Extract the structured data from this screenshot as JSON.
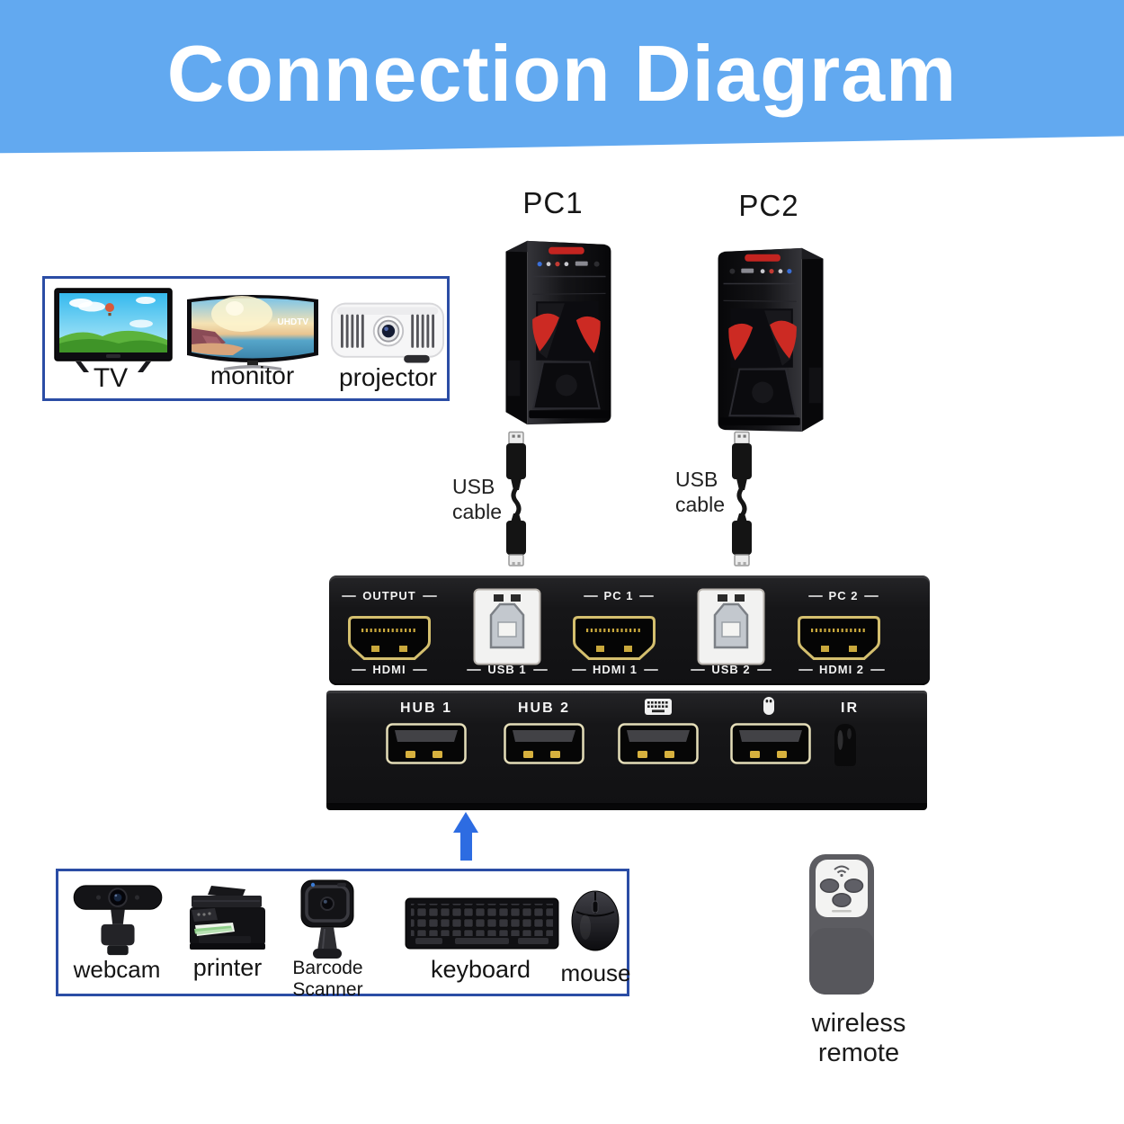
{
  "header": {
    "title": "Connection Diagram",
    "bg_color": "#62a9f0",
    "text_color": "#ffffff"
  },
  "computers": [
    {
      "label": "PC1"
    },
    {
      "label": "PC2"
    }
  ],
  "usb_cables": [
    {
      "label": "USB cable"
    },
    {
      "label": "USB cable"
    }
  ],
  "displays_box": {
    "items": [
      {
        "label": "TV"
      },
      {
        "label": "monitor",
        "screen_badge": "UHDTV"
      },
      {
        "label": "projector"
      }
    ]
  },
  "kvm": {
    "top_panel": {
      "output": {
        "top_label": "OUTPUT",
        "bottom_label": "HDMI"
      },
      "usb1": {
        "bottom_label": "USB 1"
      },
      "hdmi1": {
        "top_label": "PC 1",
        "bottom_label": "HDMI 1"
      },
      "usb2": {
        "bottom_label": "USB 2"
      },
      "hdmi2": {
        "top_label": "PC 2",
        "bottom_label": "HDMI 2"
      }
    },
    "bottom_panel": {
      "hub1_label": "HUB 1",
      "hub2_label": "HUB 2",
      "keyboard_port_icon": "keyboard-icon",
      "mouse_port_icon": "mouse-icon",
      "ir_label": "IR"
    }
  },
  "peripherals_box": {
    "items": [
      {
        "label": "webcam"
      },
      {
        "label": "printer"
      },
      {
        "label": "Barcode Scanner"
      },
      {
        "label": "keyboard"
      },
      {
        "label": "mouse"
      }
    ]
  },
  "remote": {
    "label": "wireless remote"
  },
  "colors": {
    "arrow": "#2d6ce2",
    "box_border": "#2b4da5",
    "port_gold": "#d4bf6e",
    "panel_black": "#141416"
  }
}
